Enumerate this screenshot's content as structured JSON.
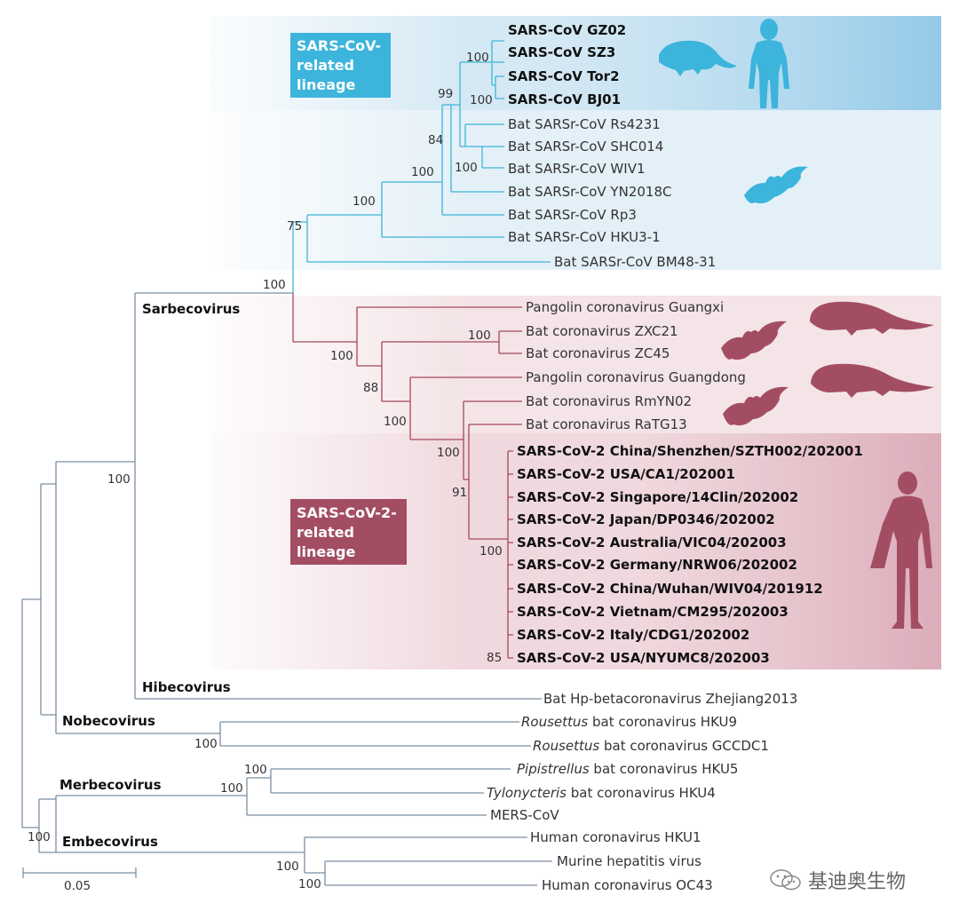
{
  "colors": {
    "sars1": "#3cb5d9",
    "sars1_box": "#3cb4dc",
    "sars1_bg": "#dcedf6",
    "sars1_bg_dark": "#a9d5ec",
    "sars2": "#a5475f",
    "sars2_box": "#a34d63",
    "sars2_bg": "#f1dde1",
    "sars2_bg_dark": "#e2bcc6",
    "gray": "#7b8fa5"
  },
  "lineages": {
    "sars1": "SARS-CoV-\nrelated\nlineage",
    "sars2": "SARS-CoV-2-\nrelated\nlineage"
  },
  "genera": {
    "sarbecovirus": "Sarbecovirus",
    "hibecovirus": "Hibecovirus",
    "nobecovirus": "Nobecovirus",
    "merbecovirus": "Merbecovirus",
    "embecovirus": "Embecovirus"
  },
  "sars1_taxa": [
    "SARS-CoV GZ02",
    "SARS-CoV SZ3",
    "SARS-CoV Tor2",
    "SARS-CoV BJ01"
  ],
  "bat_sarsr_taxa": [
    "Bat SARSr-CoV Rs4231",
    "Bat SARSr-CoV SHC014",
    "Bat SARSr-CoV WIV1",
    "Bat SARSr-CoV YN2018C",
    "Bat SARSr-CoV Rp3",
    "Bat SARSr-CoV HKU3-1",
    "Bat SARSr-CoV BM48-31"
  ],
  "sars2_related_taxa": [
    "Pangolin coronavirus Guangxi",
    "Bat coronavirus ZXC21",
    "Bat coronavirus ZC45",
    "Pangolin coronavirus Guangdong",
    "Bat coronavirus RmYN02",
    "Bat coronavirus RaTG13"
  ],
  "sars2_taxa": [
    "SARS-CoV-2 China/Shenzhen/SZTH002/202001",
    "SARS-CoV-2 USA/CA1/202001",
    "SARS-CoV-2 Singapore/14Clin/202002",
    "SARS-CoV-2 Japan/DP0346/202002",
    "SARS-CoV-2 Australia/VIC04/202003",
    "SARS-CoV-2 Germany/NRW06/202002",
    "SARS-CoV-2 China/Wuhan/WIV04/201912",
    "SARS-CoV-2 Vietnam/CM295/202003",
    "SARS-CoV-2 Italy/CDG1/202002",
    "SARS-CoV-2 USA/NYUMC8/202003"
  ],
  "other_taxa": {
    "hibeco": "Bat Hp-betacoronavirus Zhejiang2013",
    "hku9_genus": "Rousettus",
    "hku9_rest": " bat coronavirus HKU9",
    "gccdc1_genus": "Rousettus",
    "gccdc1_rest": " bat coronavirus GCCDC1",
    "hku5_genus": "Pipistrellus",
    "hku5_rest": " bat coronavirus HKU5",
    "hku4_genus": "Tylonycteris",
    "hku4_rest": " bat coronavirus HKU4",
    "mers": "MERS-CoV",
    "hku1": "Human coronavirus HKU1",
    "mhv": "Murine hepatitis virus",
    "oc43": "Human coronavirus OC43"
  },
  "bootstrap": {
    "sars1_inner": "100",
    "sars1_tor2_bj01": "100",
    "sars1_clade": "99",
    "rs4231_group": "84",
    "shc014_wiv1": "100",
    "bat_sarsr_mid": "100",
    "sarsr_main": "100",
    "sars1_vs_bm48": "75",
    "sarbeco_split": "100",
    "zxc21_zc45": "100",
    "sars2_group": "100",
    "sars2_inner": "88",
    "gd_group": "100",
    "ratg13_sars2": "100",
    "sars2_subclade": "91",
    "sars2_cluster": "100",
    "nyumc8": "85",
    "sarbeco_hibeco": "100",
    "nobeco": "100",
    "hku5_hku4": "100",
    "merbeco": "100",
    "root": "100",
    "embeco_inner": "100",
    "mhv_oc43": "100"
  },
  "scale_label": "0.05",
  "watermark": "基迪奥生物"
}
